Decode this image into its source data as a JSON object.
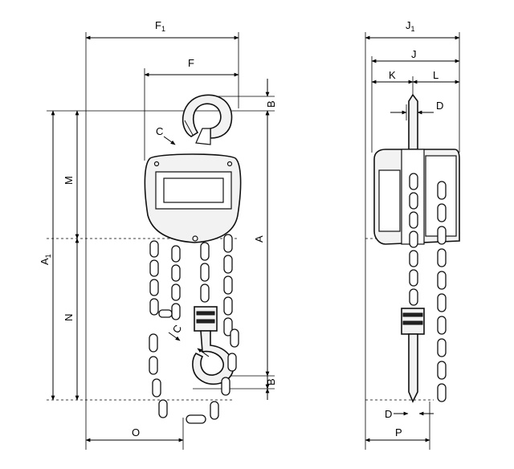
{
  "dimensions": {
    "F1": {
      "letter": "F",
      "sub": "1"
    },
    "F": {
      "letter": "F"
    },
    "J1": {
      "letter": "J",
      "sub": "1"
    },
    "J": {
      "letter": "J"
    },
    "K": {
      "letter": "K"
    },
    "L": {
      "letter": "L"
    },
    "D_top": {
      "letter": "D"
    },
    "D_bottom": {
      "letter": "D"
    },
    "B_top": {
      "letter": "B"
    },
    "B_bottom": {
      "letter": "B"
    },
    "C_top": {
      "letter": "C"
    },
    "C_bottom": {
      "letter": "C"
    },
    "M": {
      "letter": "M"
    },
    "N": {
      "letter": "N"
    },
    "A": {
      "letter": "A"
    },
    "A1": {
      "letter": "A",
      "sub": "1"
    },
    "O": {
      "letter": "O"
    },
    "P": {
      "letter": "P"
    }
  },
  "colors": {
    "line": "#000000",
    "fill": "#f2f2f2"
  }
}
